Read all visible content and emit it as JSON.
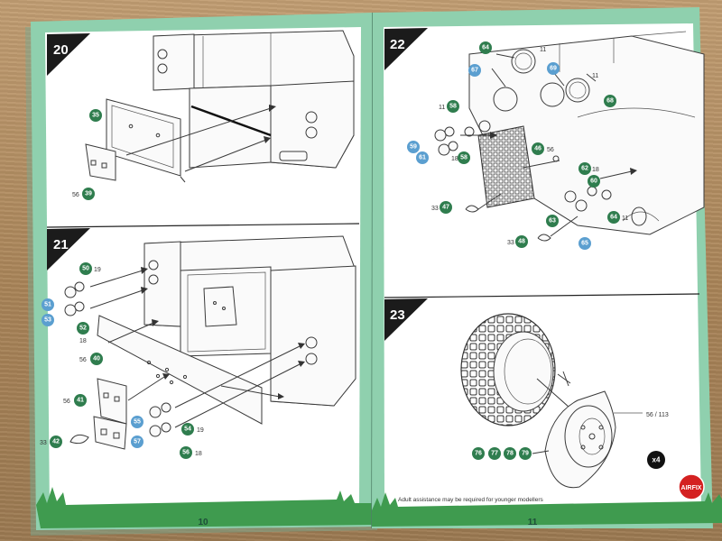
{
  "left_page": {
    "page_number": "10",
    "steps": [
      {
        "number": "20",
        "callouts": [
          {
            "part": "35",
            "color": "#2f7d4e"
          },
          {
            "part": "39",
            "color": "#2f7d4e",
            "paint_code": "56"
          }
        ]
      },
      {
        "number": "21",
        "callouts": [
          {
            "part": "50",
            "color": "#2f7d4e",
            "paint_code": "19"
          },
          {
            "part": "51",
            "color": "#5b9fd0"
          },
          {
            "part": "53",
            "color": "#5b9fd0"
          },
          {
            "part": "52",
            "color": "#2f7d4e",
            "paint_code": "18"
          },
          {
            "part": "40",
            "color": "#2f7d4e",
            "paint_code": "56"
          },
          {
            "part": "41",
            "color": "#2f7d4e",
            "paint_code": "56"
          },
          {
            "part": "42",
            "color": "#2f7d4e",
            "paint_code": "33"
          },
          {
            "part": "55",
            "color": "#5b9fd0"
          },
          {
            "part": "57",
            "color": "#5b9fd0"
          },
          {
            "part": "54",
            "color": "#2f7d4e",
            "paint_code": "19"
          },
          {
            "part": "56",
            "color": "#2f7d4e",
            "paint_code": "18"
          }
        ]
      }
    ]
  },
  "right_page": {
    "page_number": "11",
    "steps": [
      {
        "number": "22",
        "callouts": [
          {
            "part": "64",
            "color": "#2f7d4e"
          },
          {
            "part": "67",
            "color": "#5b9fd0"
          },
          {
            "part": "69",
            "color": "#5b9fd0"
          },
          {
            "part": "68",
            "color": "#2f7d4e"
          },
          {
            "part": "58",
            "color": "#2f7d4e",
            "paint_code": "11"
          },
          {
            "part": "59",
            "color": "#5b9fd0"
          },
          {
            "part": "61",
            "color": "#5b9fd0"
          },
          {
            "part": "58",
            "color": "#2f7d4e",
            "paint_code": "18"
          },
          {
            "part": "46",
            "color": "#2f7d4e",
            "paint_code": "56"
          },
          {
            "part": "62",
            "color": "#2f7d4e",
            "paint_code": "18"
          },
          {
            "part": "60",
            "color": "#2f7d4e"
          },
          {
            "part": "47",
            "color": "#2f7d4e",
            "paint_code": "33"
          },
          {
            "part": "63",
            "color": "#2f7d4e"
          },
          {
            "part": "64",
            "color": "#2f7d4e",
            "paint_code": "11"
          },
          {
            "part": "48",
            "color": "#2f7d4e",
            "paint_code": "33"
          },
          {
            "part": "65",
            "color": "#5b9fd0"
          }
        ],
        "labels": {
          "k11a": "11",
          "k11b": "11",
          "k11c": "11",
          "k56": "56",
          "k18": "18",
          "k11d": "11"
        }
      },
      {
        "number": "23",
        "wheel_paint": "56 / 113",
        "parts": [
          "76",
          "77",
          "78",
          "79"
        ],
        "quantity": "x4"
      }
    ],
    "footnote": "Adult assistance may be required for younger modellers",
    "brand": "AIRFIX"
  },
  "colors": {
    "step_badge": "#1b1b1b",
    "green_part": "#2f7d4e",
    "blue_part": "#5b9fd0",
    "page_border": "#8ecfae",
    "brand_red": "#d42121"
  }
}
